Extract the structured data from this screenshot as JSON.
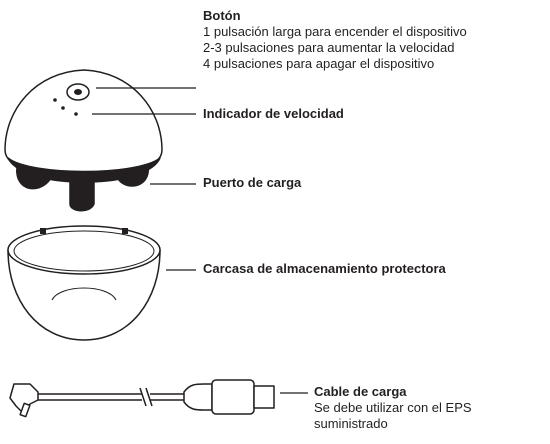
{
  "button": {
    "title": "Botón",
    "lines": [
      "1 pulsación larga para encender el dispositivo",
      "2-3 pulsaciones para aumentar la velocidad",
      "4 pulsaciones para apagar el dispositivo"
    ]
  },
  "speed_indicator": {
    "title": "Indicador de velocidad"
  },
  "charging_port": {
    "title": "Puerto de carga"
  },
  "storage_case": {
    "title": "Carcasa de almacenamiento protectora"
  },
  "charging_cable": {
    "title": "Cable de carga",
    "lines": [
      "Se debe utilizar con el EPS",
      "suministrado"
    ]
  },
  "colors": {
    "ink": "#231f20",
    "dark_part": "#231f20",
    "background": "#ffffff"
  }
}
